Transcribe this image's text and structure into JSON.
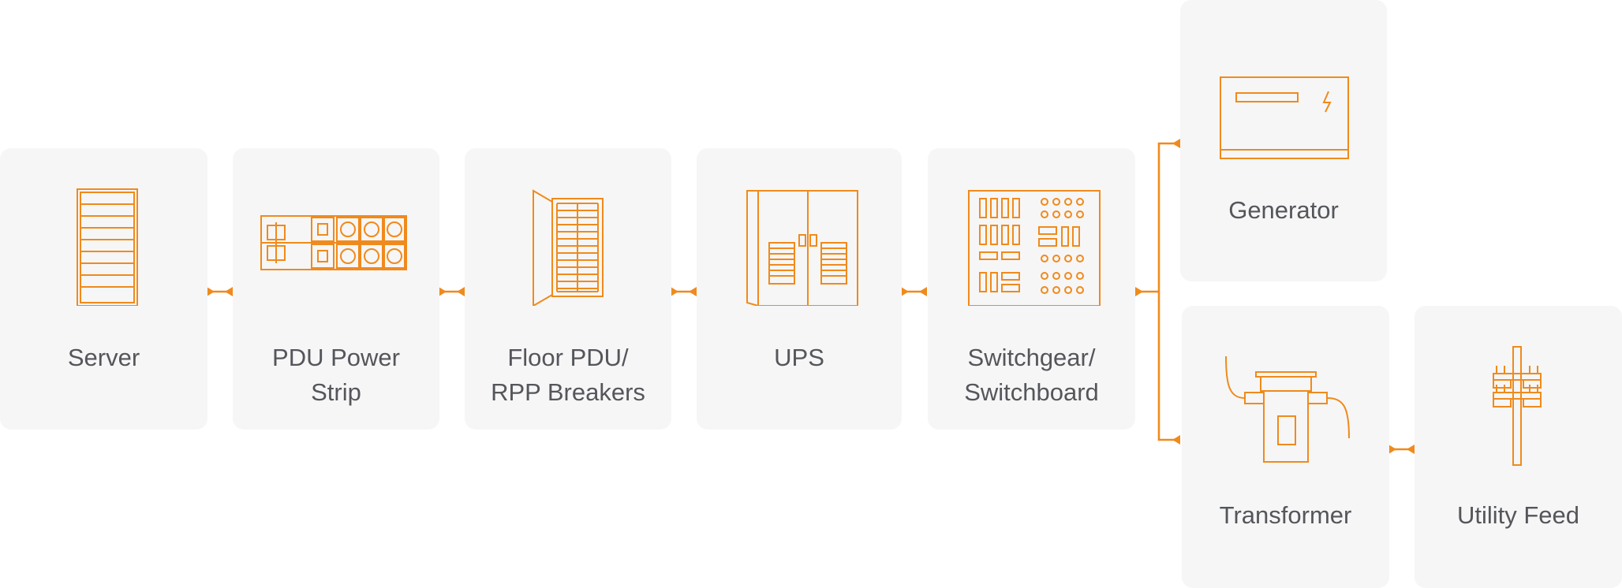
{
  "nodes": {
    "server": {
      "label": "Server",
      "icon": "server-rack-icon"
    },
    "pdu_strip": {
      "label_line1": "PDU Power",
      "label_line2": "Strip",
      "icon": "pdu-strip-icon"
    },
    "floor_pdu": {
      "label_line1": "Floor PDU/",
      "label_line2": "RPP Breakers",
      "icon": "breaker-panel-icon"
    },
    "ups": {
      "label": "UPS",
      "icon": "ups-cabinet-icon"
    },
    "switchgear": {
      "label_line1": "Switchgear/",
      "label_line2": "Switchboard",
      "icon": "switchgear-icon"
    },
    "generator": {
      "label": "Generator",
      "icon": "generator-icon"
    },
    "transformer": {
      "label": "Transformer",
      "icon": "transformer-icon"
    },
    "utility": {
      "label": "Utility Feed",
      "icon": "utility-pole-icon"
    }
  },
  "colors": {
    "accent": "#f08a1c",
    "card_background": "#f6f6f6",
    "label_text": "#54565b"
  }
}
